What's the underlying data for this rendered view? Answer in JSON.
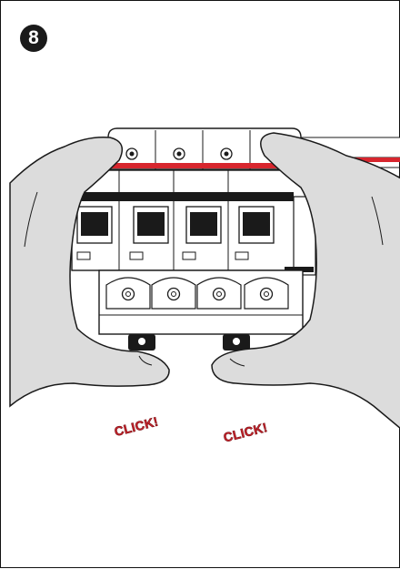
{
  "step": {
    "number": "8"
  },
  "labels": {
    "click_left": "CLICK!",
    "click_right": "CLICK!"
  },
  "colors": {
    "glove": "#dcdcdc",
    "glove_outline": "#1a1a1a",
    "device_body": "#ffffff",
    "rail_red": "#d7262e",
    "label_red": "#c8262e",
    "step_badge": "#1a1a1a"
  },
  "icons": {
    "step_badge": "numbered-circle",
    "breaker": "4-pole-circuit-breaker",
    "hands": "gloved-hands"
  }
}
